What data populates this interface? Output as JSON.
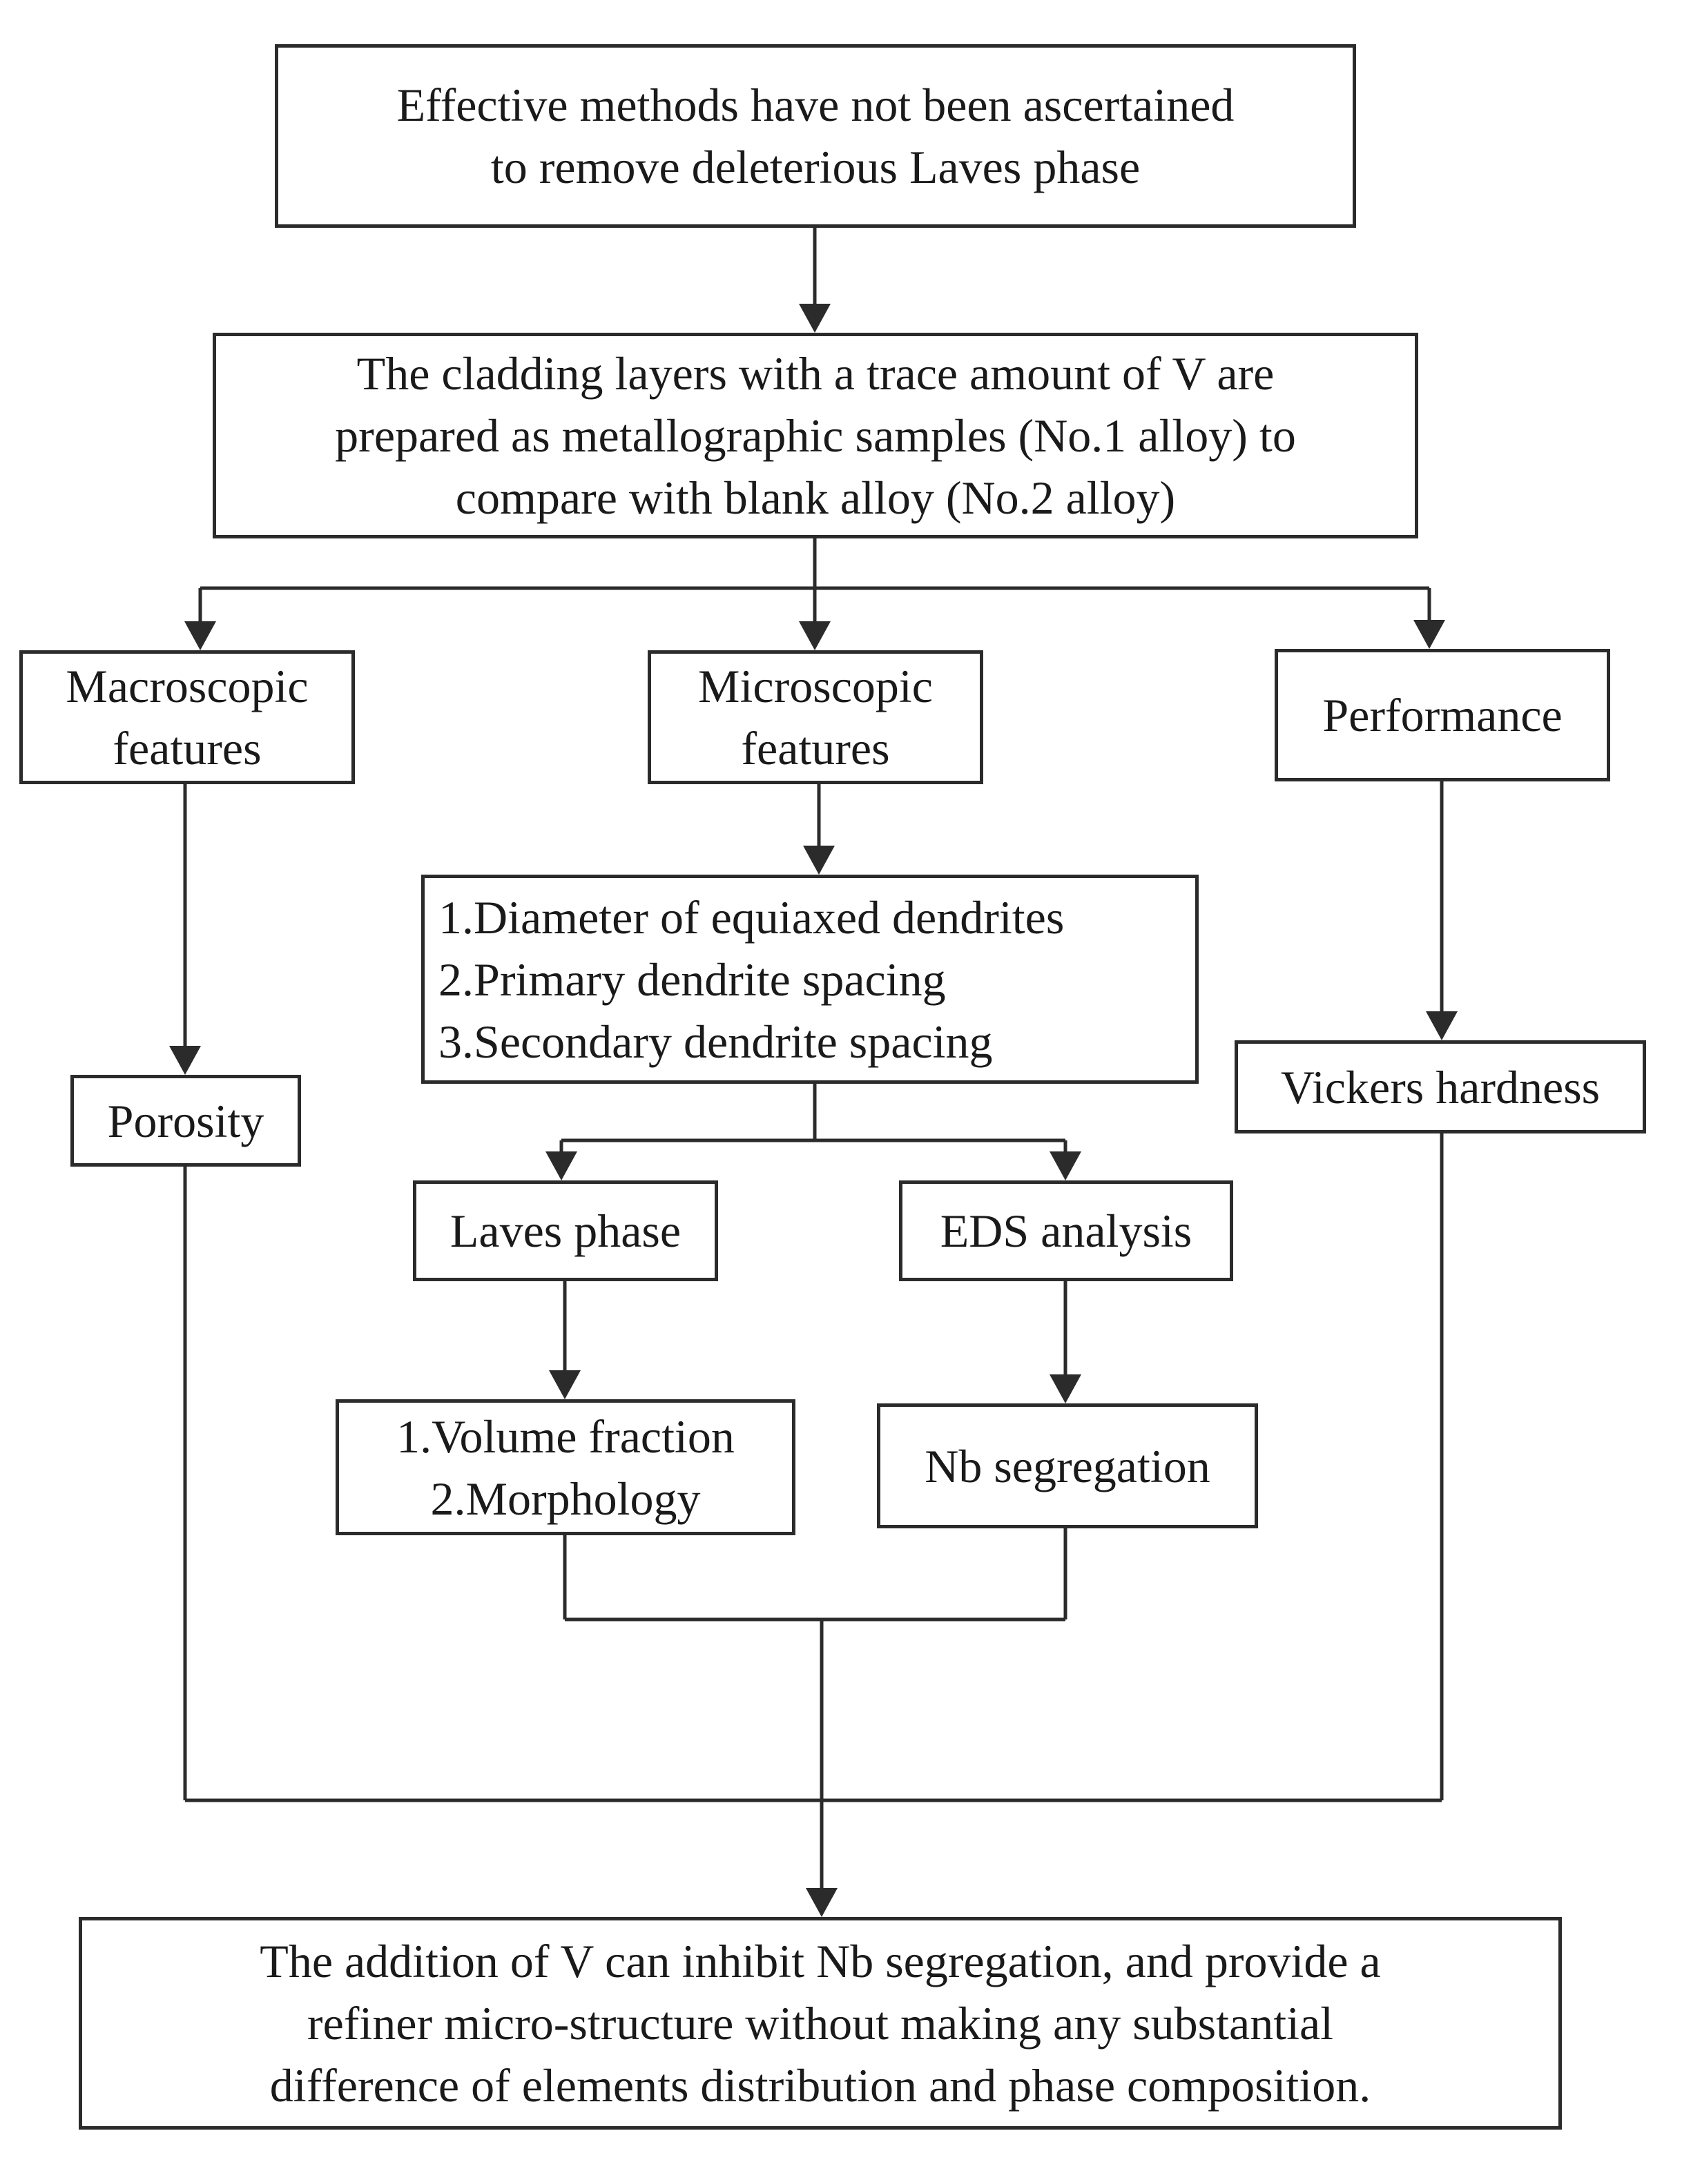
{
  "flowchart": {
    "problem": {
      "lines": [
        "Effective methods have not been ascertained",
        "to remove deleterious Laves phase"
      ]
    },
    "preparation": {
      "lines": [
        "The cladding layers with a trace amount of V are",
        "prepared as metallographic samples (No.1 alloy) to",
        "compare with blank alloy (No.2 alloy)"
      ]
    },
    "macroscopic": {
      "lines": [
        "Macroscopic",
        "features"
      ]
    },
    "microscopic": {
      "lines": [
        "Microscopic",
        "features"
      ]
    },
    "performance": {
      "lines": [
        "Performance"
      ]
    },
    "porosity": {
      "lines": [
        "Porosity"
      ]
    },
    "dendrite_measures": {
      "lines": [
        "1.Diameter of equiaxed dendrites",
        "2.Primary dendrite spacing",
        "3.Secondary dendrite spacing"
      ]
    },
    "vickers": {
      "lines": [
        "Vickers hardness"
      ]
    },
    "laves_phase": {
      "lines": [
        "Laves phase"
      ]
    },
    "eds_analysis": {
      "lines": [
        "EDS analysis"
      ]
    },
    "laves_measures": {
      "lines": [
        "1.Volume fraction",
        "2.Morphology"
      ]
    },
    "nb_segregation": {
      "lines": [
        "Nb segregation"
      ]
    },
    "conclusion": {
      "lines": [
        "The addition of V can inhibit Nb segregation, and provide a",
        "refiner micro-structure without making any substantial",
        "difference of elements distribution and phase composition."
      ]
    }
  }
}
